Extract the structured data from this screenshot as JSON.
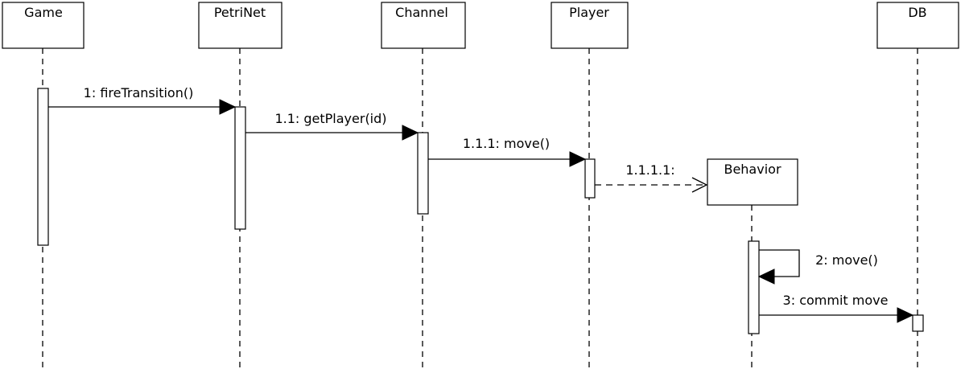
{
  "participants": {
    "game": "Game",
    "petrinet": "PetriNet",
    "channel": "Channel",
    "player": "Player",
    "behavior": "Behavior",
    "db": "DB"
  },
  "messages": {
    "m1": "1: fireTransition()",
    "m11": "1.1: getPlayer(id)",
    "m111": "1.1.1: move()",
    "m1111": "1.1.1.1:",
    "m2": "2: move()",
    "m3": "3: commit move"
  }
}
